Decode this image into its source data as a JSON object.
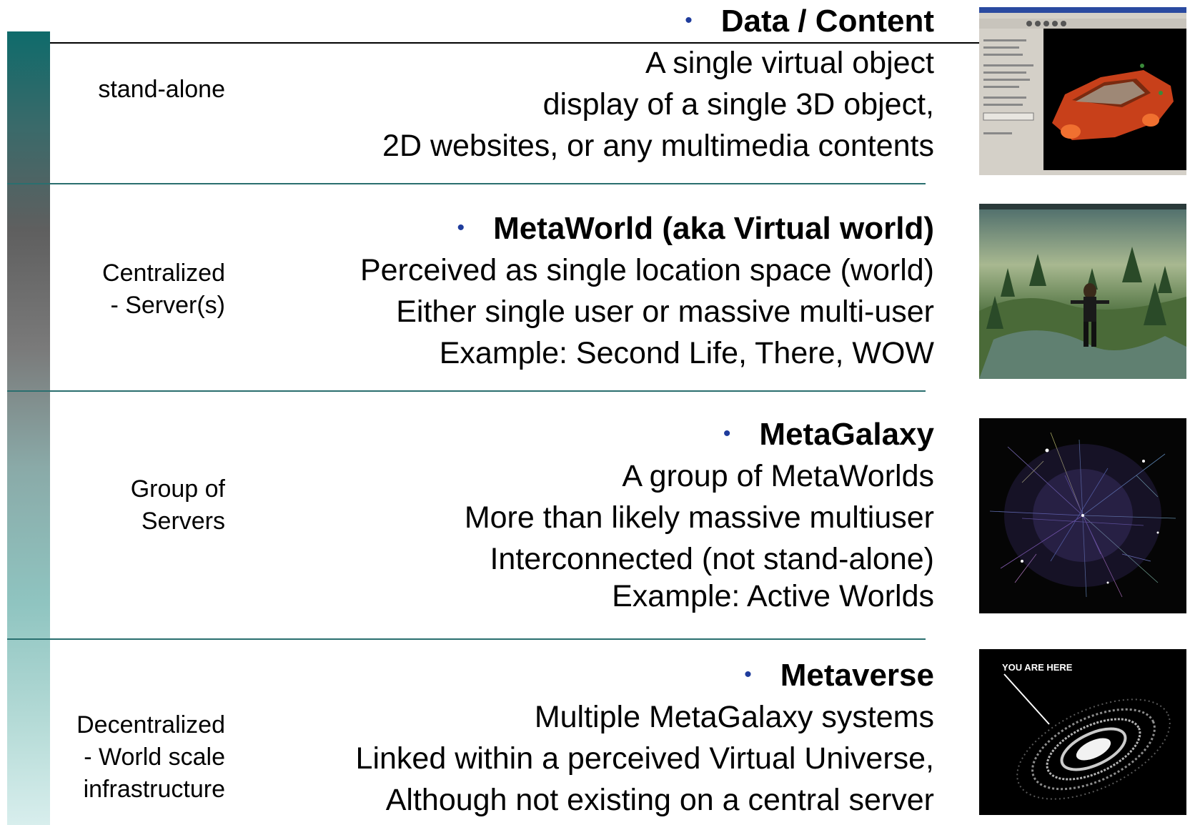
{
  "rows": [
    {
      "label_lines": [
        "stand-alone"
      ],
      "heading": "Data / Content",
      "lines": [
        "A single virtual object",
        "display of a single 3D object,",
        "2D websites, or any multimedia contents"
      ]
    },
    {
      "label_lines": [
        "Centralized",
        "- Server(s)"
      ],
      "heading": "MetaWorld (aka Virtual world)",
      "lines": [
        "Perceived as single location space (world)",
        "Either single user or massive multi-user",
        "Example: Second Life, There, WOW"
      ]
    },
    {
      "label_lines": [
        "Group of",
        "Servers"
      ],
      "heading": "MetaGalaxy",
      "lines": [
        "A group of MetaWorlds",
        "More than likely massive multiuser",
        "Interconnected (not stand-alone)",
        "Example: Active Worlds"
      ]
    },
    {
      "label_lines": [
        "Decentralized",
        "- World scale",
        "infrastructure"
      ],
      "heading": "Metaverse",
      "lines": [
        "Multiple MetaGalaxy systems",
        "Linked within a perceived Virtual Universe,",
        "Although not existing on a central server"
      ]
    }
  ],
  "bullet": "•",
  "thumbnails": {
    "galaxy_caption": "YOU ARE HERE"
  },
  "colors": {
    "bullet": "#1f3c9c",
    "separator": "#2a6f6f"
  }
}
